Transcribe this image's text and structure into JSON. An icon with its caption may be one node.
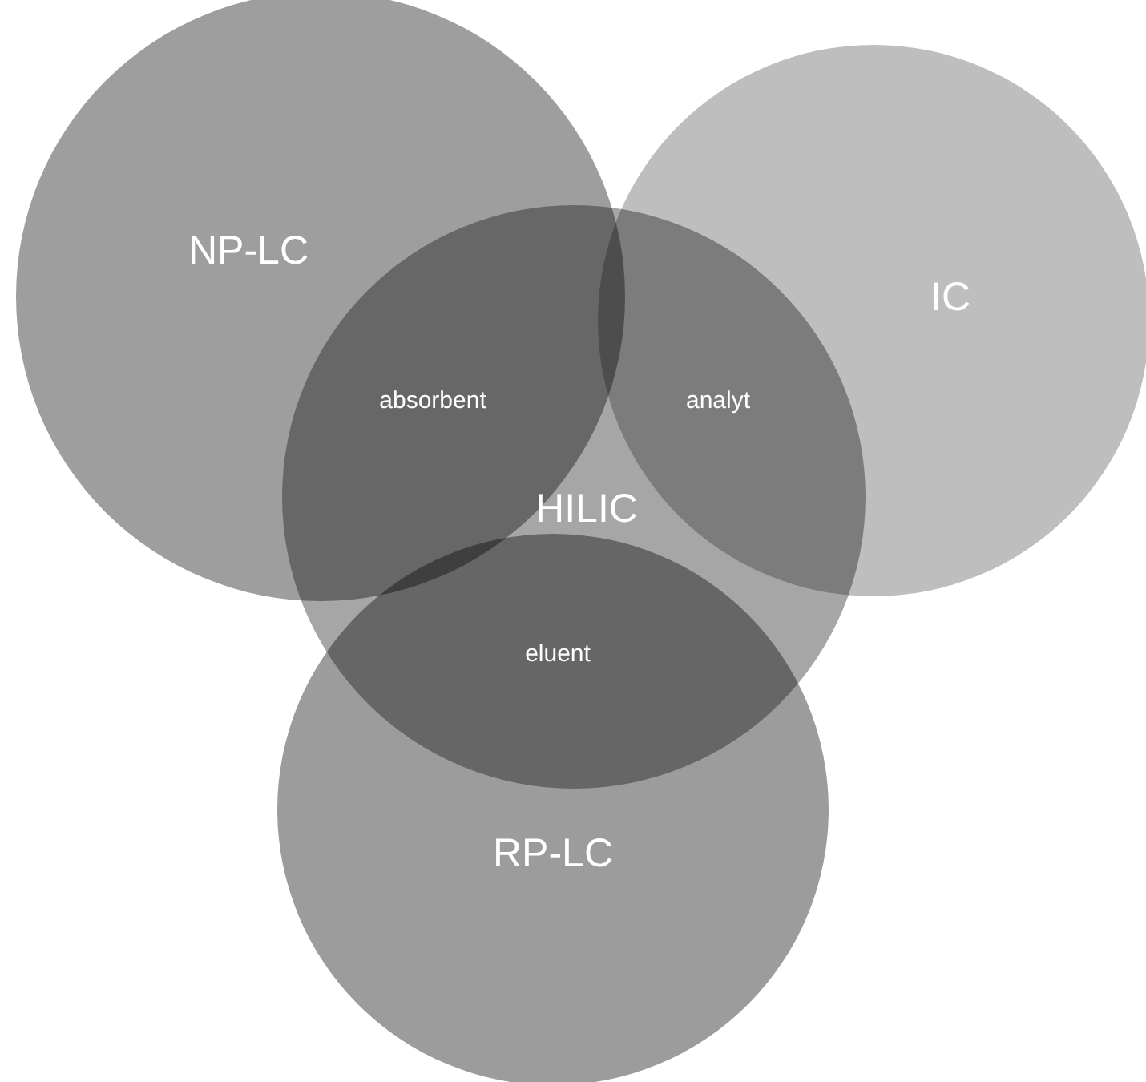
{
  "diagram": {
    "nodes": [
      {
        "text": [
          "NP-LC"
        ]
      },
      {
        "text": [
          "IC"
        ]
      },
      {
        "text": [
          "HILIC"
        ]
      },
      {
        "text": [
          "RP-LC"
        ]
      }
    ],
    "edges": [],
    "labels": [
      "absorbent",
      "analyt",
      "eluent"
    ]
  }
}
